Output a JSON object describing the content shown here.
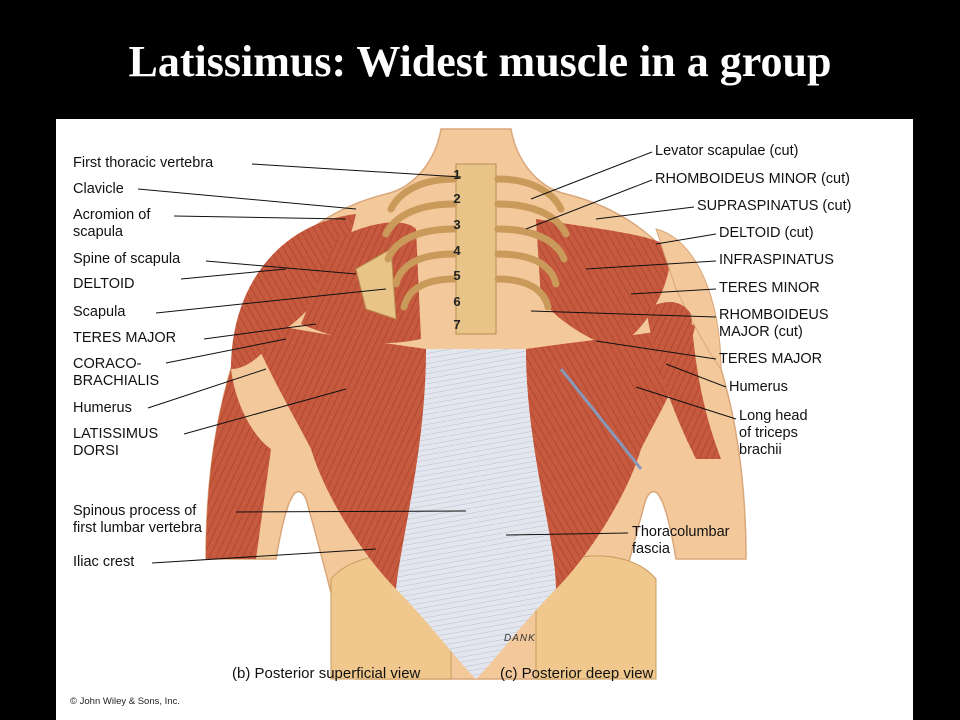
{
  "title": "Latissimus:  Widest muscle in a group",
  "left_labels": [
    "First thoracic vertebra",
    "Clavicle",
    "Acromion of\nscapula",
    "Spine of scapula",
    "DELTOID",
    "Scapula",
    "TERES MAJOR",
    "CORACO-\nBRACHIALIS",
    "Humerus",
    "LATISSIMUS\nDORSI",
    "Spinous process of\nfirst lumbar vertebra",
    "Iliac crest"
  ],
  "right_labels": [
    "Levator scapulae (cut)",
    "RHOMBOIDEUS MINOR (cut)",
    "SUPRASPINATUS (cut)",
    "DELTOID (cut)",
    "INFRASPINATUS",
    "TERES MINOR",
    "RHOMBOIDEUS\nMAJOR (cut)",
    "TERES MAJOR",
    "Humerus",
    "Long head\nof triceps\nbrachii",
    "Thoracolumbar\nfascia"
  ],
  "vertebra_numbers": [
    "1",
    "2",
    "3",
    "4",
    "5",
    "6",
    "7"
  ],
  "captions": {
    "left": "(b) Posterior superficial view",
    "right": "(c) Posterior deep view"
  },
  "signature": "DANK",
  "copyright": "© John Wiley & Sons, Inc.",
  "colors": {
    "muscle": "#c8553a",
    "skin": "#f3c99c",
    "bone": "#e8c489",
    "fascia": "#dfe2ea"
  }
}
